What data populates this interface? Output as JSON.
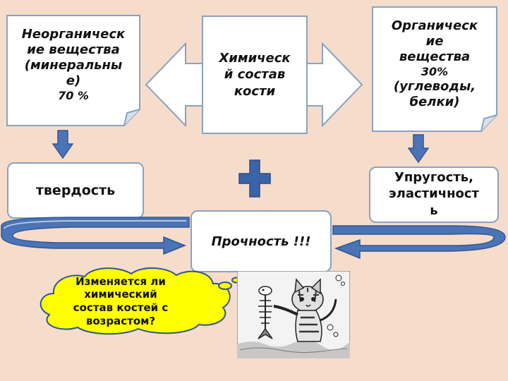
{
  "inorganic": {
    "line1": "Неорганическ",
    "line2": "ие вещества",
    "line3": "(минеральны",
    "line4": "е)",
    "percent": "70 %"
  },
  "center": {
    "line1": "Химическ",
    "line2": "й состав",
    "line3": "кости"
  },
  "organic": {
    "line1": "Органическ",
    "line2": "ие",
    "line3": "вещества",
    "percent": "30%",
    "line5": "(углеводы,",
    "line6": "белки)"
  },
  "hardness": "твердость",
  "elasticity": {
    "line1": "Упругость,",
    "line2": "эластичност",
    "line3": "ь"
  },
  "strength": "Прочность !!!",
  "question": {
    "line1": "Изменяется ли",
    "line2": "химический",
    "line3": "состав костей с",
    "line4": "возрастом?"
  },
  "colors": {
    "background": "#f6dccb",
    "arrow_blue": "#4a74b6",
    "cross_blue": "#3b63a8",
    "cloud_yellow": "#ffff00"
  }
}
